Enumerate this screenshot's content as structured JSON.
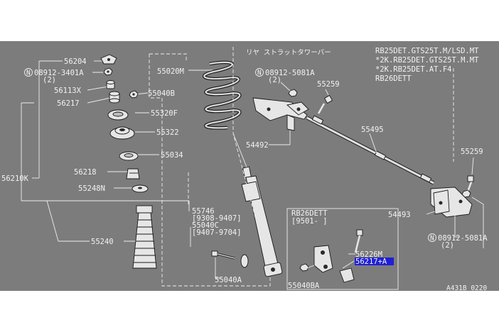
{
  "labels": {
    "p56204": "56204",
    "p08912_3401a": "08912-3401A",
    "p08912_3401a_qty": "(2)",
    "p56113x": "56113X",
    "p56217": "56217",
    "p56210k": "56210K",
    "p56218": "56218",
    "p55248n": "55248N",
    "p55240": "55240",
    "p55020m": "55020M",
    "p55040b": "55040B",
    "p55320f": "55320F",
    "p55322": "55322",
    "p55034": "55034",
    "p55746": "55746",
    "date1": "[9308-9407]",
    "p55040c": "55040C",
    "date2": "[9407-9704]",
    "p55040a": "55040A",
    "rear_strut_jp": "リヤ ストラットタワーバー",
    "p08912_5081a_top": "08912-5081A",
    "p08912_5081a_top_qty": "(2)",
    "p55259_top": "55259",
    "p54492": "54492",
    "p55495": "55495",
    "p55259_right": "55259",
    "p54493": "54493",
    "p08912_5081a_bot": "08912-5081A",
    "p08912_5081a_bot_qty": "(2)",
    "notes": [
      "RB25DET.GTS25T.M/LSD.MT",
      "*2K.RB25DET.GTS25T.M.MT",
      "*2K.RB25DET.AT.F4",
      "RB26DETT"
    ],
    "inset_title": "RB26DETT",
    "inset_date": "[9501-     ]",
    "p56226m": "56226M",
    "p56217_a": "56217+A",
    "p55040ba": "55040BA",
    "ref_code": "A431B 0220"
  },
  "circle_marker": "N",
  "colors": {
    "background": "#7c7c7c",
    "line": "#eeeeee",
    "highlight": "#1f1fd6"
  }
}
